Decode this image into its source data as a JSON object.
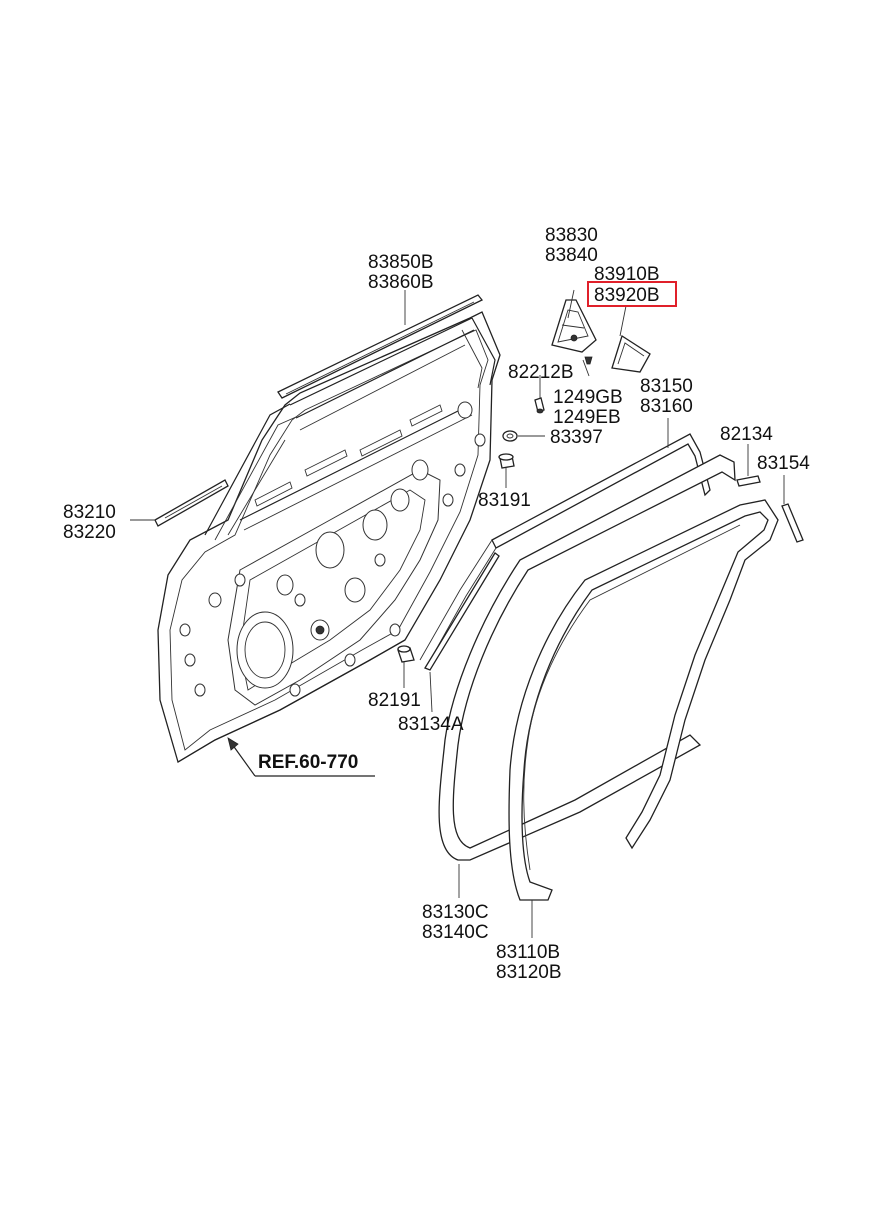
{
  "labels": {
    "p83850B": "83850B",
    "p83860B": "83860B",
    "p83830": "83830",
    "p83840": "83840",
    "p83910B": "83910B",
    "p83920B": "83920B",
    "p82212B": "82212B",
    "p1249GB": "1249GB",
    "p1249EB": "1249EB",
    "p83397": "83397",
    "p83191": "83191",
    "p83150": "83150",
    "p83160": "83160",
    "p82134": "82134",
    "p83154": "83154",
    "p83210": "83210",
    "p83220": "83220",
    "p82191": "82191",
    "p83134A": "83134A",
    "ref": "REF.60-770",
    "p83130C": "83130C",
    "p83140C": "83140C",
    "p83110B": "83110B",
    "p83120B": "83120B"
  },
  "colors": {
    "highlight": "#e0202a",
    "line": "#222222"
  }
}
